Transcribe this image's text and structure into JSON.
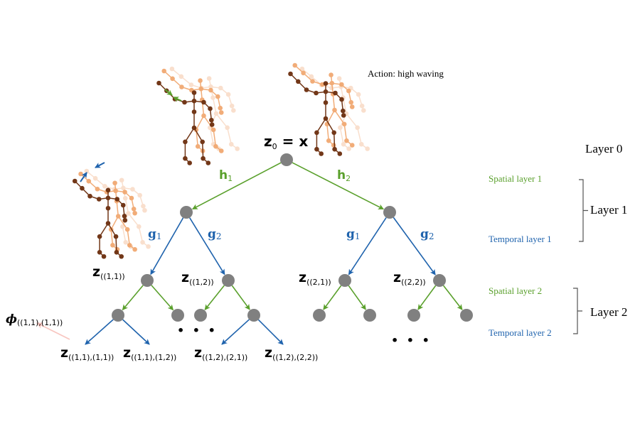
{
  "colors": {
    "spatial": "#5aa02c",
    "temporal": "#1f63ad",
    "node": "#808080",
    "phi_arrow": "#f8c6c0",
    "skeleton_dark": "#6b2d0c",
    "skeleton_mid": "#f0a46a",
    "skeleton_light": "#f9dcc8"
  },
  "action_label": "Action: high waving",
  "root": {
    "var": "z",
    "sub": "0",
    "eq": "= x"
  },
  "edges_labels": {
    "h1": {
      "var": "h",
      "sub": "1"
    },
    "h2": {
      "var": "h",
      "sub": "2"
    },
    "g1_left": {
      "var": "g",
      "sub": "1"
    },
    "g2_left": {
      "var": "g",
      "sub": "2"
    },
    "g1_right": {
      "var": "g",
      "sub": "1"
    },
    "g2_right": {
      "var": "g",
      "sub": "2"
    }
  },
  "layer2_nodes": [
    {
      "var": "z",
      "sub": "((1,1))"
    },
    {
      "var": "z",
      "sub": "((1,2))"
    },
    {
      "var": "z",
      "sub": "((2,1))"
    },
    {
      "var": "z",
      "sub": "((2,2))"
    }
  ],
  "leaf_labels": [
    {
      "var": "z",
      "sub": "((1,1),(1,1))"
    },
    {
      "var": "z",
      "sub": "((1,1),(1,2))"
    },
    {
      "var": "z",
      "sub": "((1,2),(2,1))"
    },
    {
      "var": "z",
      "sub": "((1,2),(2,2))"
    }
  ],
  "phi": {
    "var": "ϕ",
    "sub": "((1,1),(1,1))"
  },
  "ellipsis": "• • •",
  "legend": {
    "layer0": "Layer 0",
    "layer1": "Layer 1",
    "layer2": "Layer 2",
    "spatial1": "Spatial layer 1",
    "temporal1": "Temporal layer 1",
    "spatial2": "Spatial layer 2",
    "temporal2": "Temporal layer 2"
  }
}
